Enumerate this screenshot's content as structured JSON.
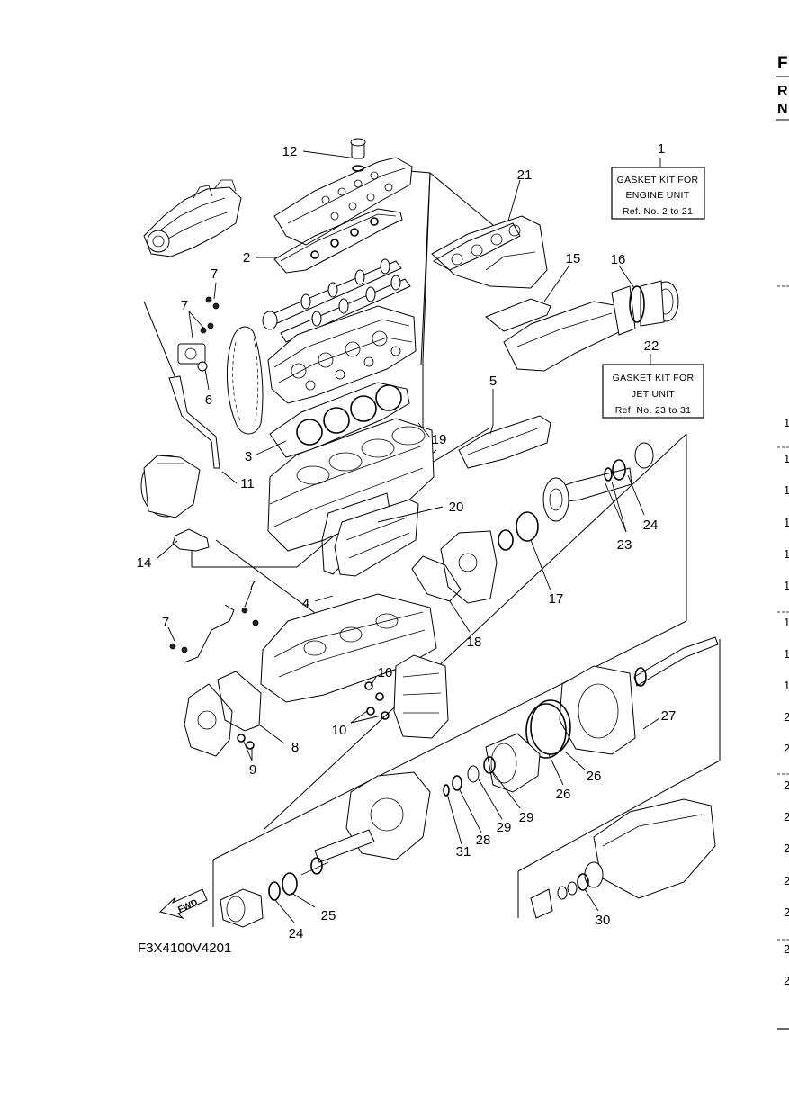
{
  "figure_code": "F3X4100V4201",
  "kits": {
    "engine": {
      "number": "1",
      "line1": "GASKET KIT FOR",
      "line2": "ENGINE UNIT",
      "line3": "Ref. No. 2 to 21"
    },
    "jet": {
      "number": "22",
      "line1": "GASKET KIT FOR",
      "line2": "JET UNIT",
      "line3": "Ref. No. 23 to 31"
    }
  },
  "callouts": {
    "c12": "12",
    "c21": "21",
    "c2": "2",
    "c7a": "7",
    "c7b": "7",
    "c15": "15",
    "c16": "16",
    "c6": "6",
    "c5": "5",
    "c3": "3",
    "c19": "19",
    "c11": "11",
    "c20": "20",
    "c24a": "24",
    "c23": "23",
    "c14": "14",
    "c17": "17",
    "c4": "4",
    "c7c": "7",
    "c7d": "7",
    "c18": "18",
    "c10a": "10",
    "c10b": "10",
    "c27": "27",
    "c8": "8",
    "c9": "9",
    "c26a": "26",
    "c26b": "26",
    "c29a": "29",
    "c29b": "29",
    "c28": "28",
    "c31": "31",
    "c25": "25",
    "c24b": "24",
    "c30": "30"
  },
  "fwd_label": "FWD",
  "page_edge": {
    "header_letters": [
      "F",
      "R",
      "N"
    ],
    "row_digits": [
      "1",
      "1",
      "1",
      "1",
      "1",
      "1",
      "1",
      "1",
      "1",
      "2",
      "2",
      "2",
      "2",
      "2",
      "2",
      "2",
      "2",
      "2"
    ]
  }
}
